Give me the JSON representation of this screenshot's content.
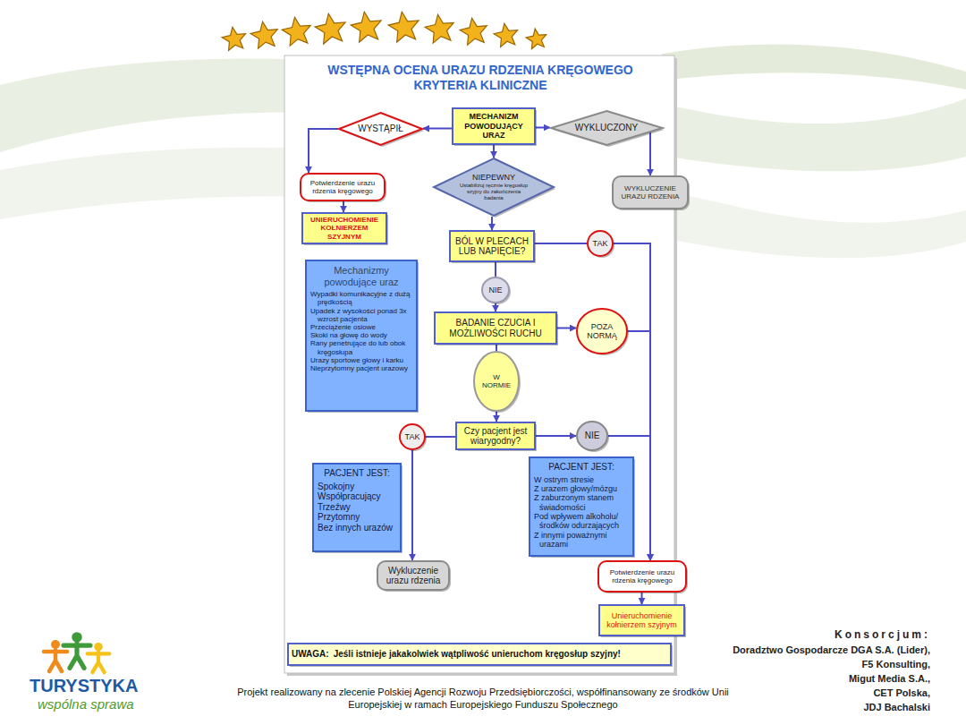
{
  "diagram": {
    "title": "WSTĘPNA OCENA URAZU RDZENIA KRĘGOWEGO KRYTERIA KLINICZNE",
    "nodes": [
      {
        "text": [
          "MECHANIZM POWODUJĄCY URAZ"
        ]
      },
      {
        "text": [
          "WYSTĄPIŁ"
        ]
      },
      {
        "text": [
          "WYKLUCZONY"
        ]
      },
      {
        "text": [
          "Potwierdzenie urazu rdzenia kręgowego"
        ]
      },
      {
        "text": [
          "UNIERUCHOMIENIE KOŁNIERZEM SZYJNYM"
        ]
      },
      {
        "text": [
          "NIEPEWNY",
          "Ustabilizuj ręcznie kręgosłup szyjny do zakończenia badania"
        ]
      },
      {
        "text": [
          "WYKLUCZENIE URAZU RDZENIA"
        ]
      },
      {
        "text": [
          "BÓL W PLECACH LUB NAPIĘCIE?"
        ]
      },
      {
        "text": [
          "TAK"
        ]
      },
      {
        "text": [
          "NIE"
        ]
      },
      {
        "text": [
          "Mechanizmy powodujące uraz",
          "Wypadki komunikacyjne z dużą prędkością",
          "Upadek z wysokości ponad 3x wzrost pacjenta",
          "Przeciążenie osiowe",
          "Skoki na głowę do wody",
          "Rany penetrujące do lub obok kręgosłupa",
          "Urazy sportowe głowy i karku",
          "Nieprzytomny pacjent urazowy"
        ]
      },
      {
        "text": [
          "BADANIE CZUCIA I MOŻLIWOŚCI RUCHU"
        ]
      },
      {
        "text": [
          "POZA NORMĄ"
        ]
      },
      {
        "text": [
          "W NORMIE"
        ]
      },
      {
        "text": [
          "TAK"
        ]
      },
      {
        "text": [
          "Czy pacjent jest wiarygodny?"
        ]
      },
      {
        "text": [
          "NIE"
        ]
      },
      {
        "text": [
          "PACJENT JEST:",
          "Spokojny",
          "Współpracujący",
          "Trzeźwy",
          "Przytomny",
          "Bez innych urazów"
        ]
      },
      {
        "text": [
          "PACJENT JEST:",
          "W ostrym stresie",
          "Z urazem głowy/mózgu",
          "Z zaburzonym stanem świadomości",
          "Pod wpływem alkoholu/ środków odurzających",
          "Z innymi poważnymi urazami"
        ]
      },
      {
        "text": [
          "Wykluczenie urazu rdzenia"
        ]
      },
      {
        "text": [
          "Potwierdzenie urazu rdzenia kręgowego"
        ]
      },
      {
        "text": [
          "Unieruchomienie kołnierzem szyjnym"
        ]
      },
      {
        "text": [
          "UWAGA:",
          "Jeśli istnieje jakakolwiek wątpliwość unieruchom kręgosłup szyjny!"
        ]
      }
    ],
    "edges": [
      {
        "from": 0,
        "to": 1,
        "arrow": "to"
      },
      {
        "from": 0,
        "to": 2,
        "arrow": "to"
      },
      {
        "from": 0,
        "to": 5,
        "arrow": "to"
      },
      {
        "from": 1,
        "to": 3,
        "arrow": "to"
      },
      {
        "from": 3,
        "to": 4,
        "arrow": "to"
      },
      {
        "from": 2,
        "to": 6,
        "arrow": "to"
      },
      {
        "from": 5,
        "to": 7,
        "arrow": "to"
      },
      {
        "from": 7,
        "to": 8,
        "arrow": "none"
      },
      {
        "from": 8,
        "to": 20,
        "arrow": "to"
      },
      {
        "from": 7,
        "to": 9,
        "arrow": "none"
      },
      {
        "from": 9,
        "to": 11,
        "arrow": "to"
      },
      {
        "from": 11,
        "to": 12,
        "arrow": "to"
      },
      {
        "from": 12,
        "to": 20,
        "arrow": "to"
      },
      {
        "from": 11,
        "to": 13,
        "arrow": "none"
      },
      {
        "from": 13,
        "to": 15,
        "arrow": "to"
      },
      {
        "from": 15,
        "to": 14,
        "arrow": "none"
      },
      {
        "from": 14,
        "to": 19,
        "arrow": "to"
      },
      {
        "from": 15,
        "to": 16,
        "arrow": "to"
      },
      {
        "from": 16,
        "to": 20,
        "arrow": "to"
      },
      {
        "from": 20,
        "to": 21,
        "arrow": "to"
      }
    ],
    "labels": [
      "TURYSTYKA",
      "wspólna sprawa",
      "Projekt realizowany na zlecenie Polskiej Agencji Rozwoju Przedsiębiorczości, współfinansowany ze środków Unii Europejskiej w ramach Europejskiego Funduszu Społecznego",
      "Konsorcjum:",
      "Doradztwo Gospodarcze DGA S.A. (Lider),",
      "F5 Konsulting,",
      "Migut Media S.A.,",
      "CET Polska,",
      "JDJ Bachalski"
    ]
  }
}
